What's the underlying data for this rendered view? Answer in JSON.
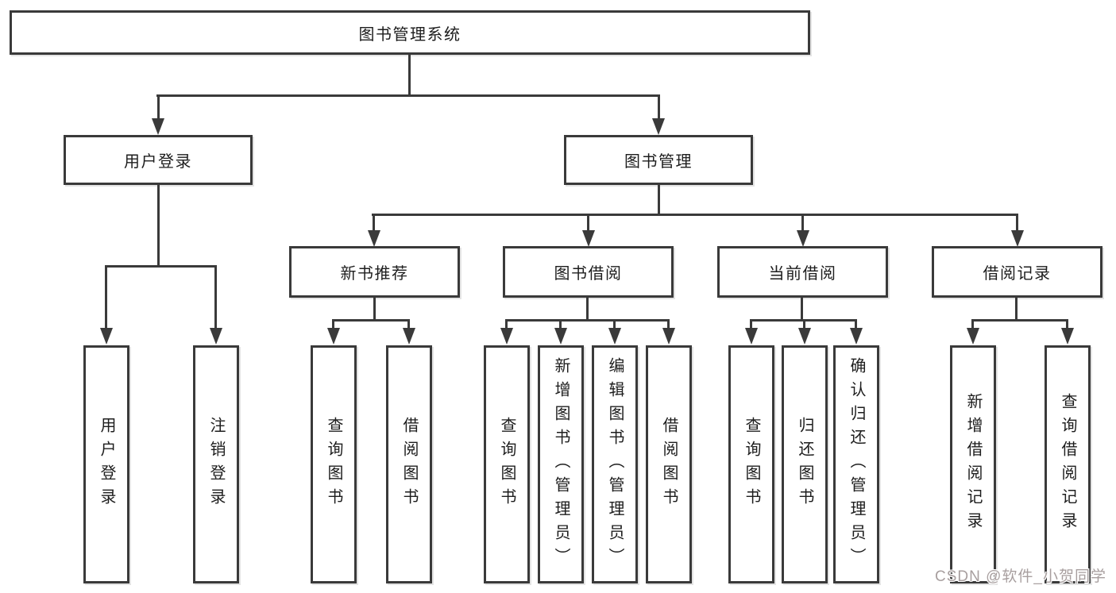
{
  "diagram": {
    "root": {
      "label": "图书管理系统"
    },
    "level2": [
      {
        "label": "用户登录",
        "children": [
          {
            "label": "用户登录"
          },
          {
            "label": "注销登录"
          }
        ]
      },
      {
        "label": "图书管理",
        "sections": [
          {
            "label": "新书推荐",
            "children": [
              {
                "label": "查询图书"
              },
              {
                "label": "借阅图书"
              }
            ]
          },
          {
            "label": "图书借阅",
            "children": [
              {
                "label": "查询图书"
              },
              {
                "label": "新增图书（管理员）"
              },
              {
                "label": "编辑图书（管理员）"
              },
              {
                "label": "借阅图书"
              }
            ]
          },
          {
            "label": "当前借阅",
            "children": [
              {
                "label": "查询图书"
              },
              {
                "label": "归还图书"
              },
              {
                "label": "确认归还（管理员）"
              }
            ]
          },
          {
            "label": "借阅记录",
            "children": [
              {
                "label": "新增借阅记录"
              },
              {
                "label": "查询借阅记录"
              }
            ]
          }
        ]
      }
    ],
    "watermark": "CSDN @软件_小贺同学"
  },
  "colors": {
    "line": "#3a3a3a",
    "text": "#1d1d1d",
    "watermark": "#a89f9f",
    "background": "#ffffff"
  }
}
